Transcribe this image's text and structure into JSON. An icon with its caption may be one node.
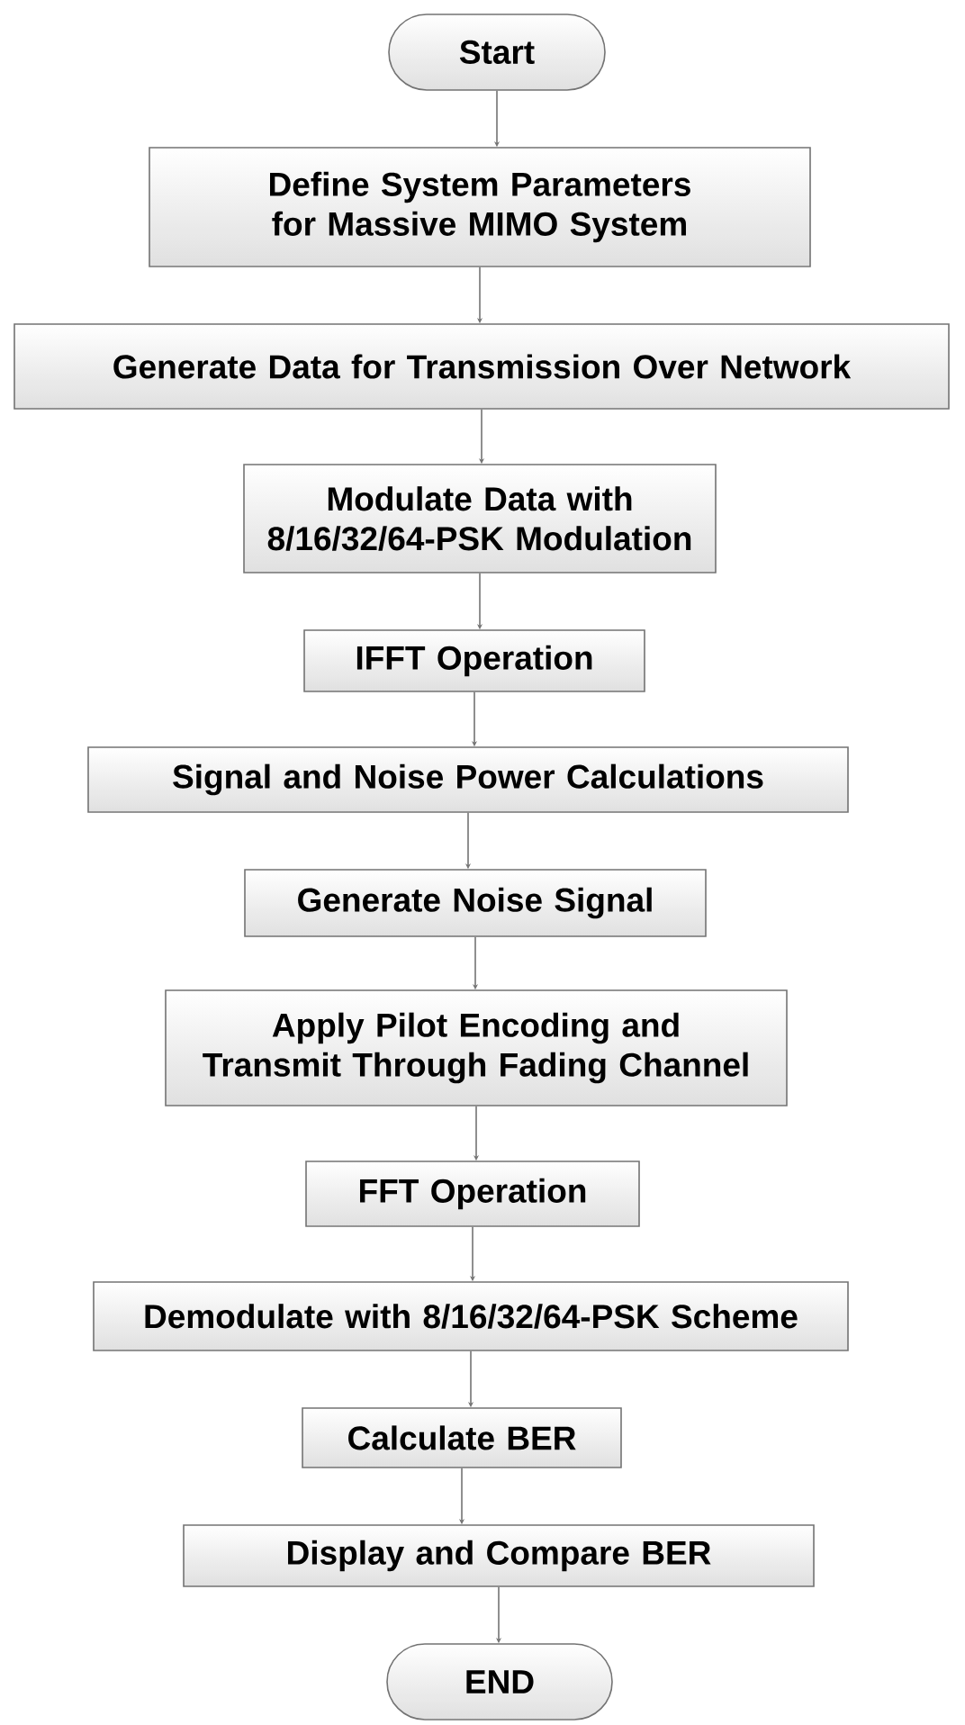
{
  "diagram": {
    "nodes": [
      {
        "text": [
          "Start"
        ]
      },
      {
        "text": [
          "Define System Parameters for Massive MIMO System"
        ]
      },
      {
        "text": [
          "Generate Data for Transmission Over Network"
        ]
      },
      {
        "text": [
          "Modulate Data with 8/16/32/64-PSK Modulation"
        ]
      },
      {
        "text": [
          "IFFT Operation"
        ]
      },
      {
        "text": [
          "Signal and Noise Power Calculations"
        ]
      },
      {
        "text": [
          "Generate Noise Signal"
        ]
      },
      {
        "text": [
          "Apply Pilot Encoding and Transmit Through Fading Channel"
        ]
      },
      {
        "text": [
          "FFT Operation"
        ]
      },
      {
        "text": [
          "Demodulate with 8/16/32/64-PSK Scheme"
        ]
      },
      {
        "text": [
          "Calculate BER"
        ]
      },
      {
        "text": [
          "Display and Compare BER"
        ]
      },
      {
        "text": [
          "END"
        ]
      }
    ],
    "edges": [
      {
        "from": 0,
        "to": 1,
        "arrow": "to"
      },
      {
        "from": 1,
        "to": 2,
        "arrow": "to"
      },
      {
        "from": 2,
        "to": 3,
        "arrow": "to"
      },
      {
        "from": 3,
        "to": 4,
        "arrow": "to"
      },
      {
        "from": 4,
        "to": 5,
        "arrow": "to"
      },
      {
        "from": 5,
        "to": 6,
        "arrow": "to"
      },
      {
        "from": 6,
        "to": 7,
        "arrow": "to"
      },
      {
        "from": 7,
        "to": 8,
        "arrow": "to"
      },
      {
        "from": 8,
        "to": 9,
        "arrow": "to"
      },
      {
        "from": 9,
        "to": 10,
        "arrow": "to"
      },
      {
        "from": 10,
        "to": 11,
        "arrow": "to"
      },
      {
        "from": 11,
        "to": 12,
        "arrow": "to"
      }
    ]
  }
}
